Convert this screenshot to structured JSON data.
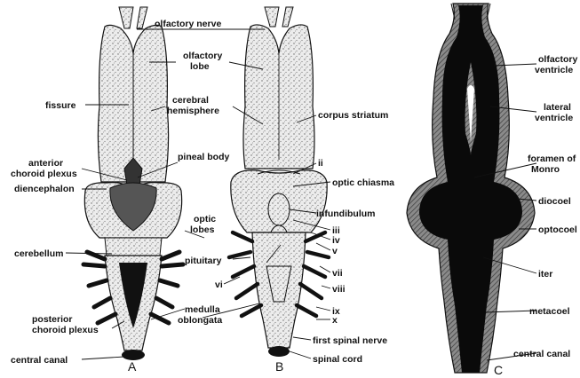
{
  "labels_a": {
    "olfactory_nerve": "olfactory nerve",
    "olfactory_lobe_1": "olfactory",
    "olfactory_lobe_2": "lobe",
    "fissure": "fissure",
    "cerebral_hemisphere_1": "cerebral",
    "cerebral_hemisphere_2": "hemisphere",
    "pineal_body": "pineal body",
    "anterior_choroid_plexus_1": "anterior",
    "anterior_choroid_plexus_2": "choroid plexus",
    "diencephalon": "diencephalon",
    "cerebellum": "cerebellum",
    "posterior_choroid_plexus_1": "posterior",
    "posterior_choroid_plexus_2": "choroid plexus",
    "central_canal": "central canal"
  },
  "labels_b": {
    "corpus_striatum": "corpus striatum",
    "ii": "ii",
    "optic_chiasma": "optic chiasma",
    "optic_lobes_1": "optic",
    "optic_lobes_2": "lobes",
    "infundibulum": "infundibulum",
    "iii": "iii",
    "iv": "iv",
    "v": "v",
    "pituitary": "pituitary",
    "vi": "vi",
    "vii": "vii",
    "viii": "viii",
    "medulla_oblongata_1": "medulla",
    "medulla_oblongata_2": "oblongata",
    "ix": "ix",
    "x": "x",
    "first_spinal_nerve": "first spinal nerve",
    "spinal_cord": "spinal cord"
  },
  "labels_c": {
    "olfactory_ventricle_1": "olfactory",
    "olfactory_ventricle_2": "ventricle",
    "lateral_ventricle_1": "lateral",
    "lateral_ventricle_2": "ventricle",
    "foramen_of_monro_1": "foramen of",
    "foramen_of_monro_2": "Monro",
    "diocoel": "diocoel",
    "optocoel": "optocoel",
    "iter": "iter",
    "metacoel": "metacoel",
    "central_canal": "central canal"
  },
  "captions": {
    "a": "A",
    "b": "B",
    "c": "C"
  },
  "colors": {
    "stipple": "#d9d9d9",
    "ink": "#111111",
    "cavity": "#0a0a0a",
    "wall": "#6e6e6e"
  }
}
